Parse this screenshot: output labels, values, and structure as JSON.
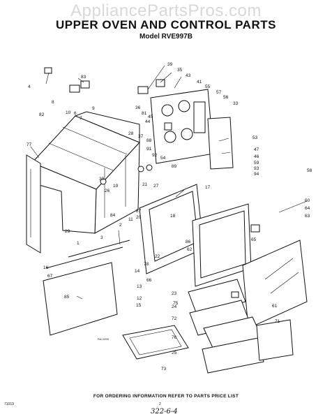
{
  "watermark": "AppliancePartsPros.com",
  "title": "UPPER OVEN AND CONTROL PARTS",
  "model": "Model RVE997B",
  "footer": "FOR ORDERING INFORMATION REFER TO PARTS PRICE LIST",
  "code_left": "71019",
  "page_number": "2",
  "handwritten_note": "322-6-4",
  "diagram_ref": "RA-1099",
  "part_labels": [
    "39",
    "35",
    "43",
    "41",
    "83",
    "4",
    "8",
    "7",
    "6",
    "9",
    "10",
    "82",
    "77",
    "36",
    "81",
    "45",
    "44",
    "37",
    "55",
    "57",
    "56",
    "33",
    "53",
    "47",
    "46",
    "59",
    "93",
    "94",
    "28",
    "88",
    "91",
    "92",
    "54",
    "89",
    "21",
    "27",
    "30",
    "26",
    "19",
    "17",
    "18",
    "87",
    "20",
    "84",
    "29",
    "2",
    "11",
    "3",
    "1",
    "16",
    "67",
    "78",
    "14",
    "66",
    "13",
    "12",
    "15",
    "85",
    "86",
    "62",
    "65",
    "60",
    "64",
    "63",
    "22",
    "23",
    "24",
    "75",
    "72",
    "76",
    "73",
    "25",
    "61",
    "71",
    "58"
  ]
}
